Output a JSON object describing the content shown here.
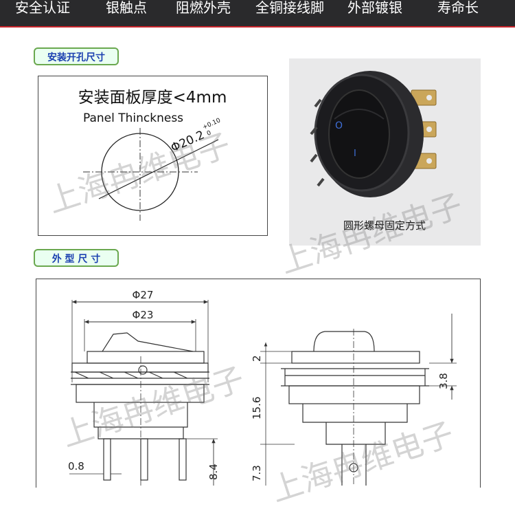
{
  "features": [
    "安全认证",
    "银触点",
    "阻燃外壳",
    "全铜接线脚",
    "外部镀银",
    "寿命长"
  ],
  "section1": {
    "tag": "安装开孔尺寸",
    "title_cn": "安装面板厚度<4mm",
    "title_en": "Panel Thinckness",
    "hole_label": "Φ20.2",
    "tol_upper": "+0.10",
    "tol_lower": "0"
  },
  "photo": {
    "caption": "圆形螺母固定方式",
    "rocker_on": "O",
    "rocker_off": "I"
  },
  "section2": {
    "tag": "外 型 尺 寸",
    "dims": {
      "outer_dia": "Φ27",
      "inner_dia": "Φ23",
      "pin_width": "0.8",
      "pin_len": "8.4",
      "top_h": "2",
      "body_h": "15.6",
      "flange_h": "3.8",
      "lower_h": "7.3"
    }
  },
  "watermark": "上海冉维电子"
}
